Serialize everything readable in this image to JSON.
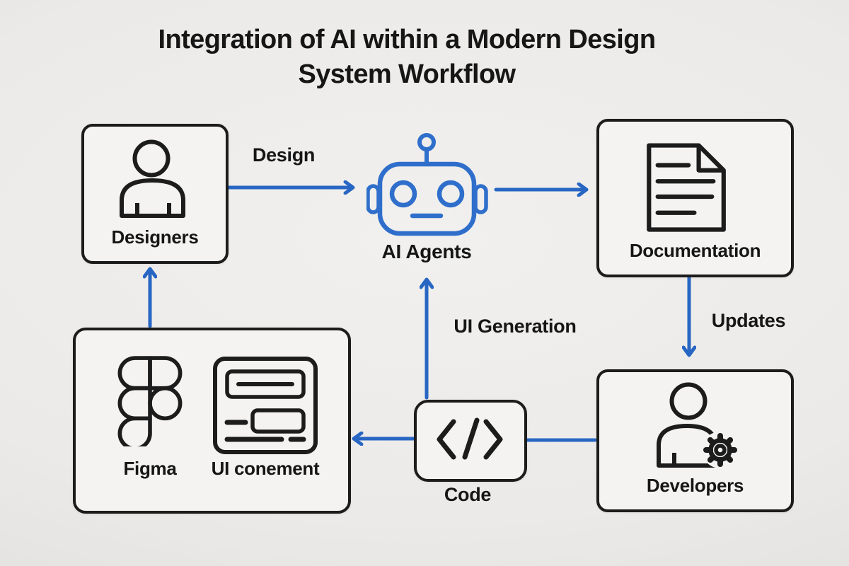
{
  "title": {
    "line1": "Integration of AI within a Modern Design",
    "line2": "System Workflow"
  },
  "nodes": {
    "designers": {
      "label": "Designers",
      "icon": "person-icon"
    },
    "ai_agents": {
      "label": "AI Agents",
      "icon": "robot-icon"
    },
    "documentation": {
      "label": "Documentation",
      "icon": "document-icon"
    },
    "developers": {
      "label": "Developers",
      "icon": "person-gear-icon"
    },
    "code": {
      "label": "Code",
      "icon": "code-brackets-icon"
    },
    "design_tools": {
      "figma_label": "Figma",
      "component_label": "UI conement",
      "icons": [
        "figma-logo-icon",
        "ui-wireframe-icon"
      ]
    }
  },
  "edges": [
    {
      "from": "Designers",
      "to": "AI Agents",
      "label": "Design"
    },
    {
      "from": "AI Agents",
      "to": "Documentation",
      "label": ""
    },
    {
      "from": "Documentation",
      "to": "Developers",
      "label": "Updates"
    },
    {
      "from": "Developers",
      "to": "Code",
      "label": ""
    },
    {
      "from": "Code",
      "to": "Design tools",
      "label": ""
    },
    {
      "from": "Code",
      "to": "AI Agents",
      "label": "UI Generation"
    },
    {
      "from": "Design tools",
      "to": "Designers",
      "label": ""
    }
  ],
  "colors": {
    "arrow": "#2766c3",
    "robot": "#2f6fcb",
    "line": "#1c1c1c",
    "box": "#f4f3f1",
    "text": "#161616"
  }
}
